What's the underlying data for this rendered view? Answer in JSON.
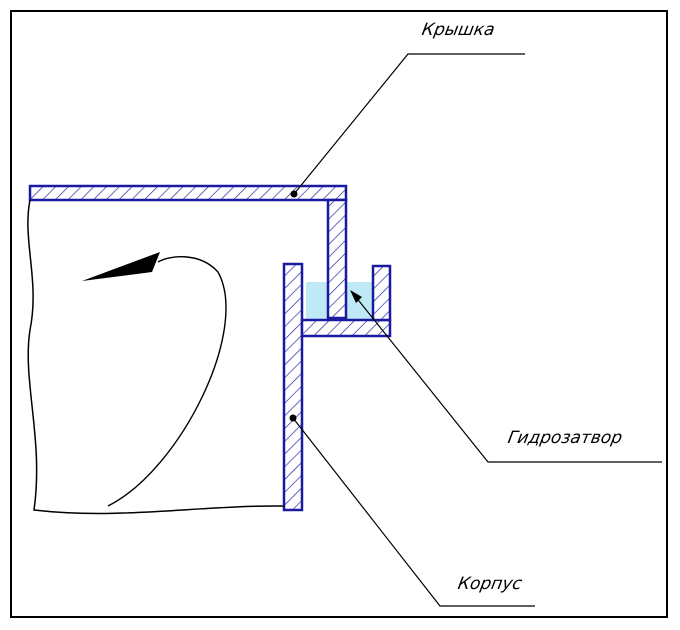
{
  "labels": {
    "lid": "Крышка",
    "hydroseal": "Гидрозатвор",
    "body": "Корпус"
  },
  "colors": {
    "outline": "#1a1aa0",
    "hatch": "#1a1aa0",
    "water": "#bfe9f5",
    "leader": "#000000"
  }
}
